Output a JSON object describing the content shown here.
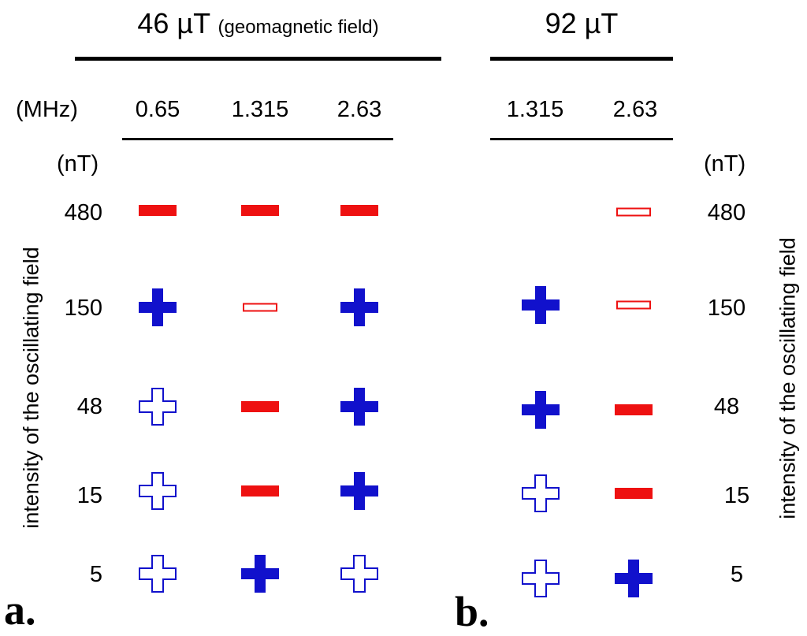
{
  "panel_a": {
    "title": "46 µT",
    "title_note": "(geomagnetic field)",
    "freq_unit": "(MHz)",
    "freqs": [
      "0.65",
      "1.315",
      "2.63"
    ],
    "intensity_unit": "(nT)",
    "axis_label": "intensity of the oscillating field",
    "letter": "a."
  },
  "panel_b": {
    "title": "92 µT",
    "freqs": [
      "1.315",
      "2.63"
    ],
    "intensity_unit": "(nT)",
    "axis_label": "intensity of the oscillating field",
    "letter": "b."
  },
  "intensities": [
    "480",
    "150",
    "48",
    "15",
    "5"
  ],
  "colors": {
    "plus": "#1111cc",
    "minus": "#ee1111"
  },
  "cells": [
    {
      "panel": "a",
      "freq": "0.65",
      "intensity": "480",
      "symbol": "minus-filled"
    },
    {
      "panel": "a",
      "freq": "1.315",
      "intensity": "480",
      "symbol": "minus-filled"
    },
    {
      "panel": "a",
      "freq": "2.63",
      "intensity": "480",
      "symbol": "minus-filled"
    },
    {
      "panel": "a",
      "freq": "0.65",
      "intensity": "150",
      "symbol": "plus-filled"
    },
    {
      "panel": "a",
      "freq": "1.315",
      "intensity": "150",
      "symbol": "minus-open"
    },
    {
      "panel": "a",
      "freq": "2.63",
      "intensity": "150",
      "symbol": "plus-filled"
    },
    {
      "panel": "a",
      "freq": "0.65",
      "intensity": "48",
      "symbol": "plus-open"
    },
    {
      "panel": "a",
      "freq": "1.315",
      "intensity": "48",
      "symbol": "minus-filled"
    },
    {
      "panel": "a",
      "freq": "2.63",
      "intensity": "48",
      "symbol": "plus-filled"
    },
    {
      "panel": "a",
      "freq": "0.65",
      "intensity": "15",
      "symbol": "plus-open"
    },
    {
      "panel": "a",
      "freq": "1.315",
      "intensity": "15",
      "symbol": "minus-filled"
    },
    {
      "panel": "a",
      "freq": "2.63",
      "intensity": "15",
      "symbol": "plus-filled"
    },
    {
      "panel": "a",
      "freq": "0.65",
      "intensity": "5",
      "symbol": "plus-open"
    },
    {
      "panel": "a",
      "freq": "1.315",
      "intensity": "5",
      "symbol": "plus-filled"
    },
    {
      "panel": "a",
      "freq": "2.63",
      "intensity": "5",
      "symbol": "plus-open"
    },
    {
      "panel": "b",
      "freq": "2.63",
      "intensity": "480",
      "symbol": "minus-open"
    },
    {
      "panel": "b",
      "freq": "1.315",
      "intensity": "150",
      "symbol": "plus-filled"
    },
    {
      "panel": "b",
      "freq": "2.63",
      "intensity": "150",
      "symbol": "minus-open"
    },
    {
      "panel": "b",
      "freq": "1.315",
      "intensity": "48",
      "symbol": "plus-filled"
    },
    {
      "panel": "b",
      "freq": "2.63",
      "intensity": "48",
      "symbol": "minus-filled"
    },
    {
      "panel": "b",
      "freq": "1.315",
      "intensity": "15",
      "symbol": "plus-open"
    },
    {
      "panel": "b",
      "freq": "2.63",
      "intensity": "15",
      "symbol": "minus-filled"
    },
    {
      "panel": "b",
      "freq": "1.315",
      "intensity": "5",
      "symbol": "plus-open"
    },
    {
      "panel": "b",
      "freq": "2.63",
      "intensity": "5",
      "symbol": "plus-filled"
    }
  ]
}
